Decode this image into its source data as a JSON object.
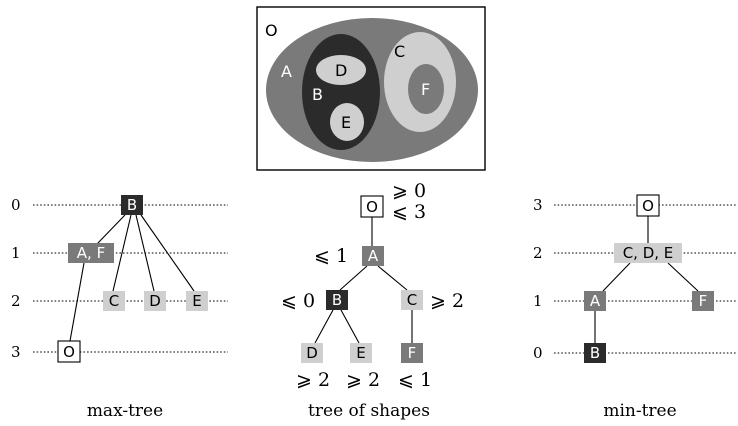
{
  "colors": {
    "black": "#2b2b2b",
    "dark": "#7a7a7a",
    "light": "#cfcfcf",
    "white": "#ffffff"
  },
  "image": {
    "regions": {
      "O": "O",
      "A": "A",
      "B": "B",
      "C": "C",
      "D": "D",
      "E": "E",
      "F": "F"
    }
  },
  "max_tree": {
    "caption": "max-tree",
    "levels": [
      "0",
      "1",
      "2",
      "3"
    ],
    "nodes": {
      "B": "B",
      "AF": "A, F",
      "C": "C",
      "D": "D",
      "E": "E",
      "O": "O"
    }
  },
  "tree_of_shapes": {
    "caption": "tree of shapes",
    "nodes": {
      "O": "O",
      "A": "A",
      "B": "B",
      "C": "C",
      "D": "D",
      "E": "E",
      "F": "F"
    },
    "annotations": {
      "O_ge": "⩾ 0",
      "O_le": "⩽ 3",
      "A": "⩽ 1",
      "B": "⩽ 0",
      "C": "⩾ 2",
      "D": "⩾ 2",
      "E": "⩾ 2",
      "F": "⩽ 1"
    }
  },
  "min_tree": {
    "caption": "min-tree",
    "levels": [
      "3",
      "2",
      "1",
      "0"
    ],
    "nodes": {
      "O": "O",
      "CDE": "C, D, E",
      "A": "A",
      "F": "F",
      "B": "B"
    }
  }
}
